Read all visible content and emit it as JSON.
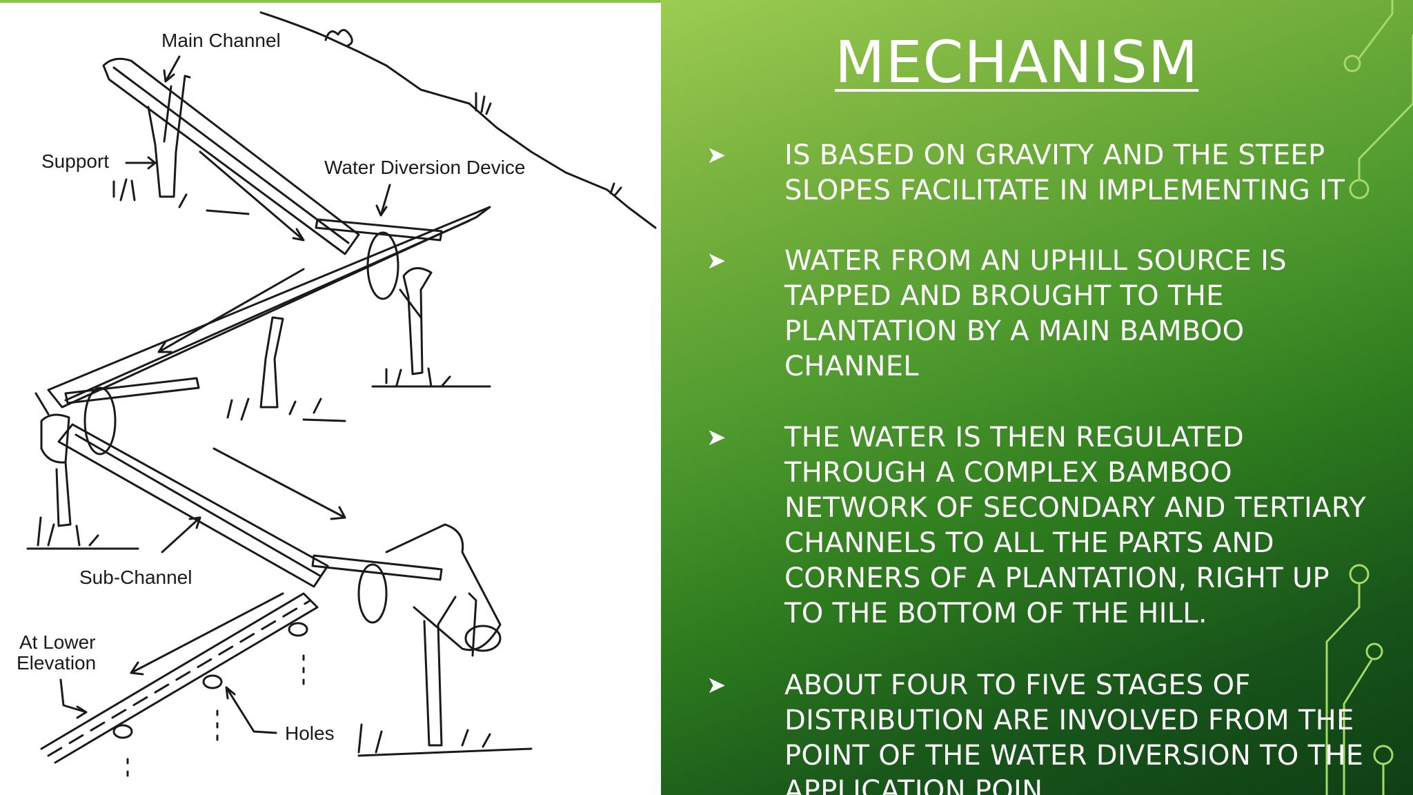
{
  "diagram": {
    "labels": {
      "main_channel": "Main Channel",
      "support": "Support",
      "water_diversion_device": "Water Diversion Device",
      "sub_channel": "Sub-Channel",
      "at_lower_elevation_line1": "At Lower",
      "at_lower_elevation_line2": "Elevation",
      "holes": "Holes"
    }
  },
  "slide": {
    "title": "MECHANISM",
    "bullets": [
      {
        "icon": "arrowhead-bullet-icon",
        "text": " IS BASED ON GRAVITY AND THE STEEP\nSLOPES FACILITATE IN IMPLEMENTING IT"
      },
      {
        "icon": "arrowhead-bullet-icon",
        "text": "WATER FROM AN UPHILL SOURCE IS\nTAPPED AND BROUGHT TO THE\nPLANTATION BY A MAIN BAMBOO\nCHANNEL"
      },
      {
        "icon": "arrowhead-bullet-icon",
        "text": "THE WATER IS THEN REGULATED\nTHROUGH A COMPLEX BAMBOO\nNETWORK OF SECONDARY AND TERTIARY\nCHANNELS TO ALL THE PARTS AND\nCORNERS OF A PLANTATION, RIGHT UP\nTO THE BOTTOM OF THE HILL."
      },
      {
        "icon": "arrowhead-bullet-icon",
        "text": "ABOUT FOUR TO FIVE STAGES OF\nDISTRIBUTION ARE INVOLVED FROM THE\nPOINT OF THE WATER DIVERSION TO THE\nAPPLICATION POIN"
      }
    ]
  },
  "colors": {
    "accent_green": "#8bc34a",
    "circuit_line": "#a6d96a",
    "text": "#ffffff"
  }
}
